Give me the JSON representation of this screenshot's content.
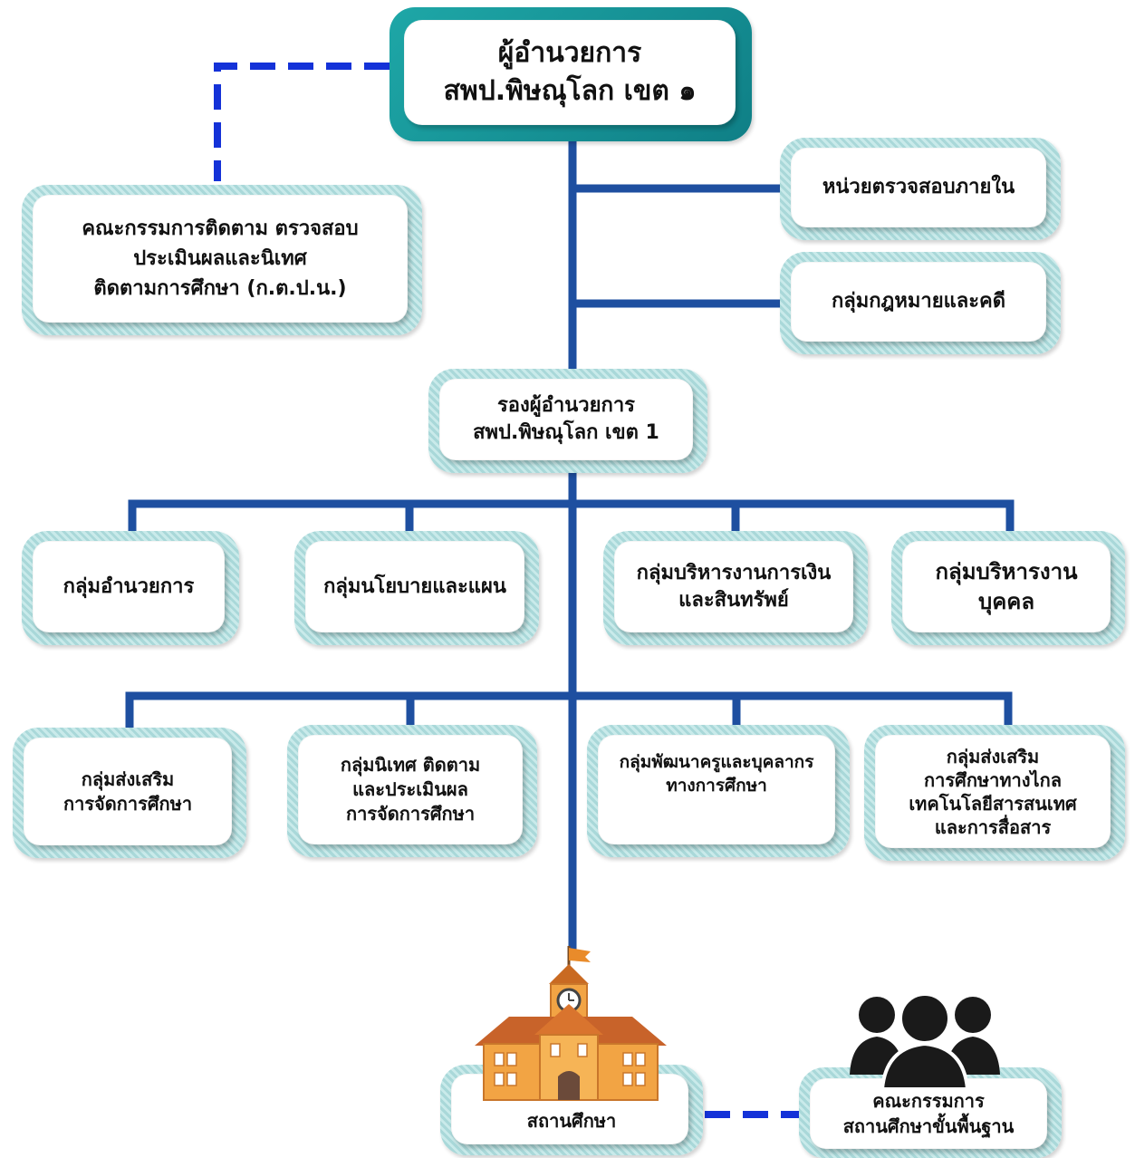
{
  "director": {
    "line1": "ผู้อำนวยการ",
    "line2": "สพป.พิษณุโลก เขต ๑"
  },
  "committee": {
    "line1": "คณะกรรมการติดตาม ตรวจสอบ",
    "line2": "ประเมินผลและนิเทศ",
    "line3": "ติดตามการศึกษา (ก.ต.ป.น.)"
  },
  "internal_audit": {
    "label": "หน่วยตรวจสอบภายใน"
  },
  "legal_group": {
    "label": "กลุ่มกฎหมายและคดี"
  },
  "deputy": {
    "line1": "รองผู้อำนวยการ",
    "line2": "สพป.พิษณุโลก เขต 1"
  },
  "row1": [
    {
      "lines": [
        "กลุ่มอำนวยการ"
      ]
    },
    {
      "lines": [
        "กลุ่มนโยบายและแผน"
      ]
    },
    {
      "lines": [
        "กลุ่มบริหารงานการเงิน",
        "และสินทรัพย์"
      ]
    },
    {
      "lines": [
        "กลุ่มบริหารงาน",
        "บุคคล"
      ]
    }
  ],
  "row2": [
    {
      "lines": [
        "กลุ่มส่งเสริม",
        "การจัดการศึกษา"
      ]
    },
    {
      "lines": [
        "กลุ่มนิเทศ ติดตาม",
        "และประเมินผล",
        "การจัดการศึกษา"
      ]
    },
    {
      "lines": [
        "กลุ่มพัฒนาครูและบุคลากร",
        "ทางการศึกษา"
      ]
    },
    {
      "lines": [
        "กลุ่มส่งเสริม",
        "การศึกษาทางไกล",
        "เทคโนโลยีสารสนเทศ",
        "และการสื่อสาร"
      ]
    }
  ],
  "school": {
    "label": "สถานศึกษา",
    "icon": "school-building-icon"
  },
  "school_board": {
    "line1": "คณะกรรมการ",
    "line2": "สถานศึกษาขั้นพื้นฐาน",
    "icon": "people-group-icon"
  },
  "colors": {
    "line": "#1e4fa0",
    "dashed": "#1432d8",
    "frame": "#a9d8d9",
    "frame_dark": "#1296a0"
  }
}
